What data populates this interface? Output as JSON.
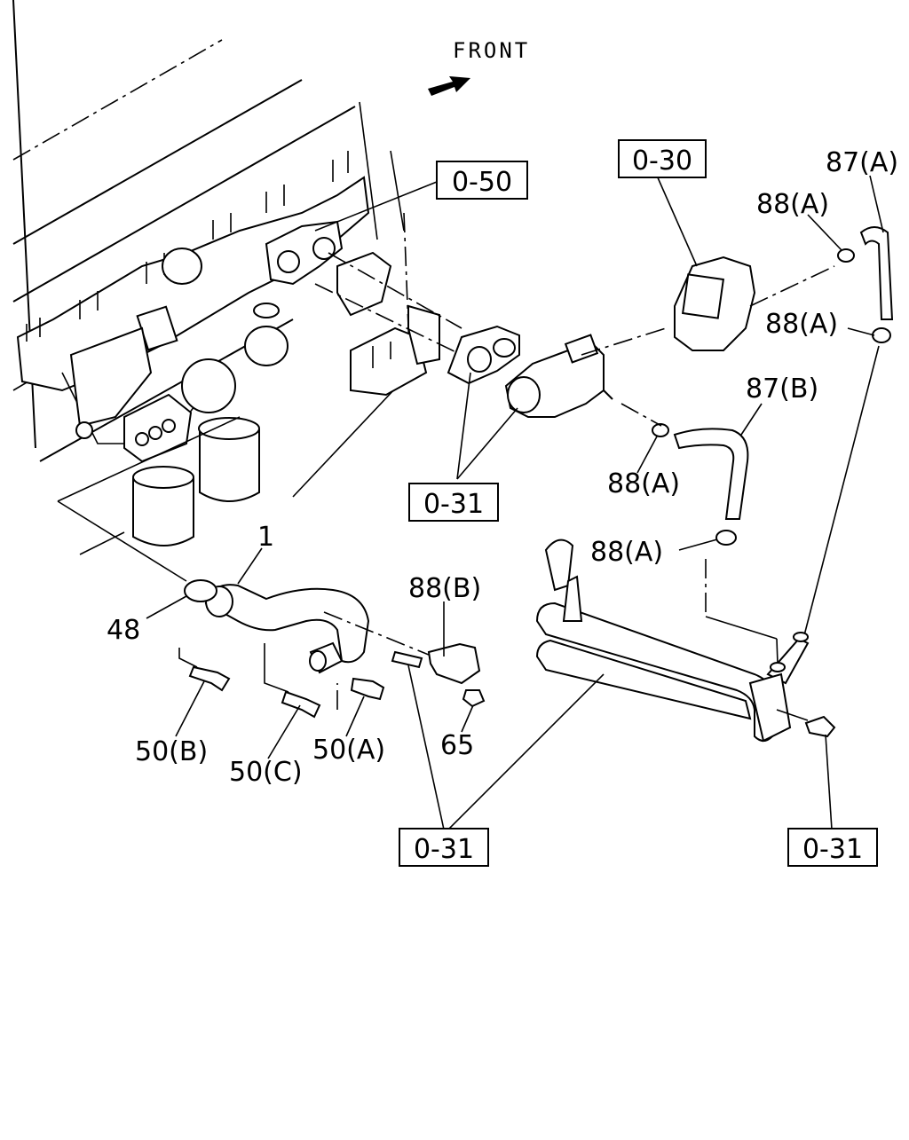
{
  "diagram": {
    "front_label": "FRONT",
    "ref_boxes": {
      "r050": "0-50",
      "r030": "0-30",
      "r031_center": "0-31",
      "r031_bottom_left": "0-31",
      "r031_bottom_right": "0-31"
    },
    "callouts": {
      "c87a": "87(A)",
      "c88a_1": "88(A)",
      "c88a_2": "88(A)",
      "c87b": "87(B)",
      "c88a_3": "88(A)",
      "c88a_4": "88(A)",
      "c88b": "88(B)",
      "c1": "1",
      "c48": "48",
      "c50b": "50(B)",
      "c50c": "50(C)",
      "c50a": "50(A)",
      "c65": "65"
    }
  }
}
